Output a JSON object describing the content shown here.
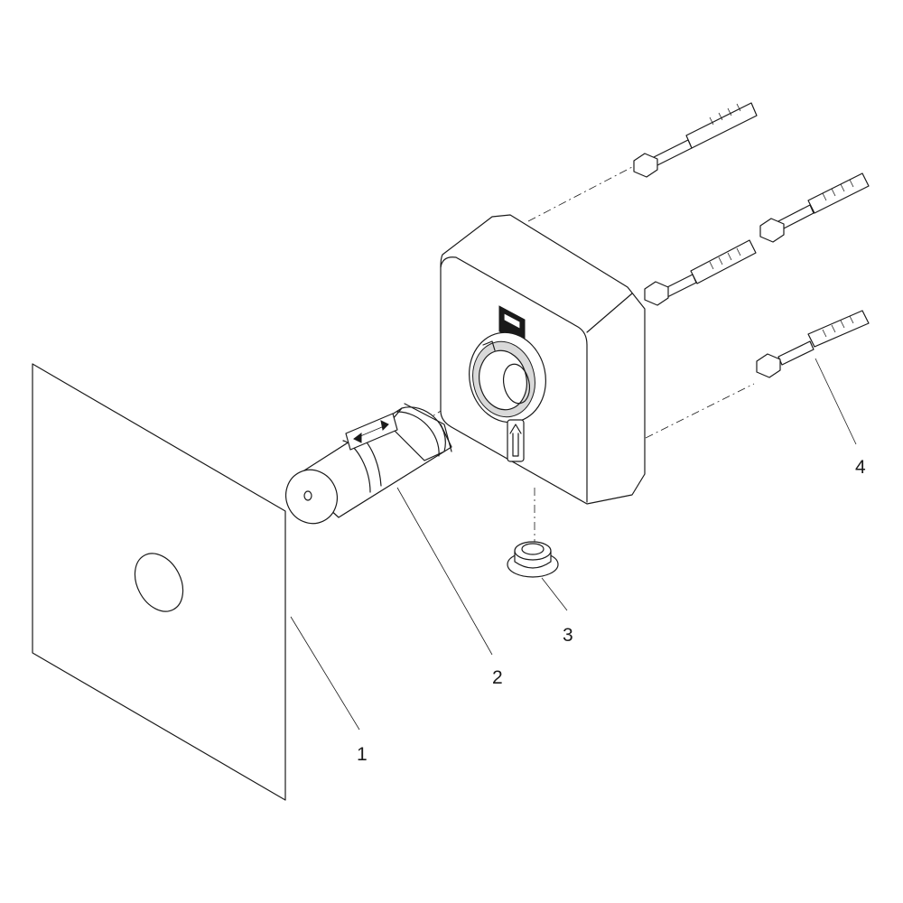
{
  "callouts": [
    {
      "id": "1",
      "label": "1"
    },
    {
      "id": "2",
      "label": "2"
    },
    {
      "id": "3",
      "label": "3"
    },
    {
      "id": "4",
      "label": "4"
    }
  ],
  "colors": {
    "line": "#1a1a1a",
    "background": "#ffffff",
    "shade": "#d9d9d9"
  }
}
